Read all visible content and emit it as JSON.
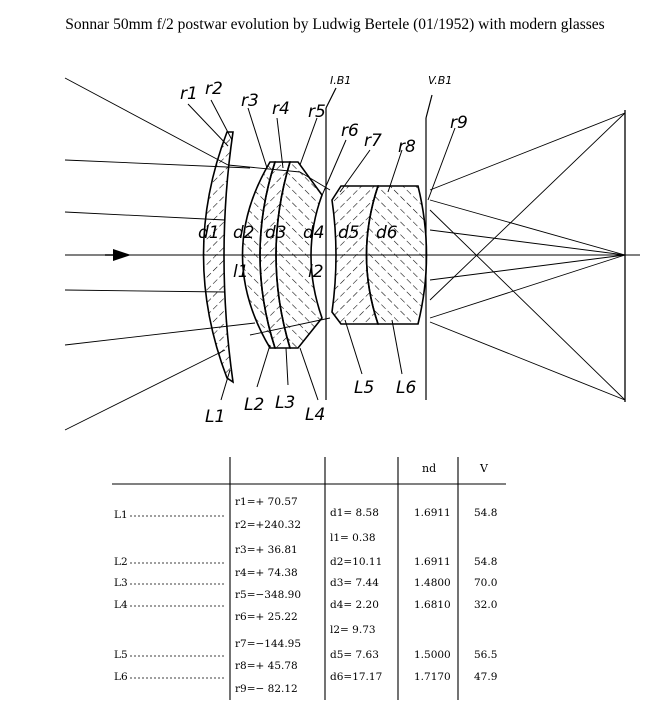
{
  "title": "Sonnar 50mm f/2 postwar evolution by Ludwig Bertele (01/1952) with modern glasses",
  "diagram": {
    "surface_labels": [
      "r1",
      "r2",
      "r3",
      "r4",
      "r5",
      "r6",
      "r7",
      "r8",
      "r9"
    ],
    "thickness_labels": [
      "d1",
      "d2",
      "d3",
      "d4",
      "d5",
      "d6"
    ],
    "gap_labels": [
      "l1",
      "l2"
    ],
    "element_labels": [
      "L1",
      "L2",
      "L3",
      "L4",
      "L5",
      "L6"
    ],
    "stop_labels": [
      "I.B1",
      "V.B1"
    ]
  },
  "table": {
    "headers": {
      "nd": "nd",
      "v": "V"
    },
    "lenses": [
      "L1",
      "L2",
      "L3",
      "L4",
      "L5",
      "L6"
    ],
    "radii": [
      "r1=+ 70.57",
      "r2=+240.32",
      "r3=+ 36.81",
      "r4=+ 74.38",
      "r5=−348.90",
      "r6=+ 25.22",
      "r7=−144.95",
      "r8=+ 45.78",
      "r9=− 82.12"
    ],
    "distances": [
      "d1= 8.58",
      "l1= 0.38",
      "d2=10.11",
      "d3= 7.44",
      "d4= 2.20",
      "l2= 9.73",
      "d5= 7.63",
      "d6=17.17"
    ],
    "nd_values": [
      "1.6911",
      "1.6911",
      "1.4800",
      "1.6810",
      "1.5000",
      "1.7170"
    ],
    "v_values": [
      "54.8",
      "54.8",
      "70.0",
      "32.0",
      "56.5",
      "47.9"
    ]
  }
}
